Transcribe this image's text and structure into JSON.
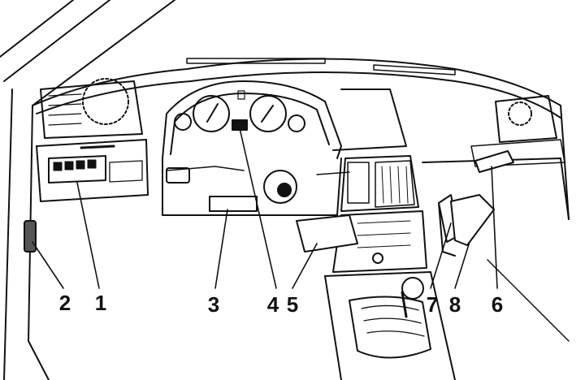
{
  "callouts": [
    {
      "id": "2",
      "text": "2"
    },
    {
      "id": "1",
      "text": "1"
    },
    {
      "id": "3",
      "text": "3"
    },
    {
      "id": "4",
      "text": "4"
    },
    {
      "id": "5",
      "text": "5"
    },
    {
      "id": "7",
      "text": "7"
    },
    {
      "id": "8",
      "text": "8"
    },
    {
      "id": "6",
      "text": "6"
    }
  ],
  "colors": {
    "ink": "#111111",
    "paper": "#ffffff",
    "shade": "#9a9a9a"
  }
}
